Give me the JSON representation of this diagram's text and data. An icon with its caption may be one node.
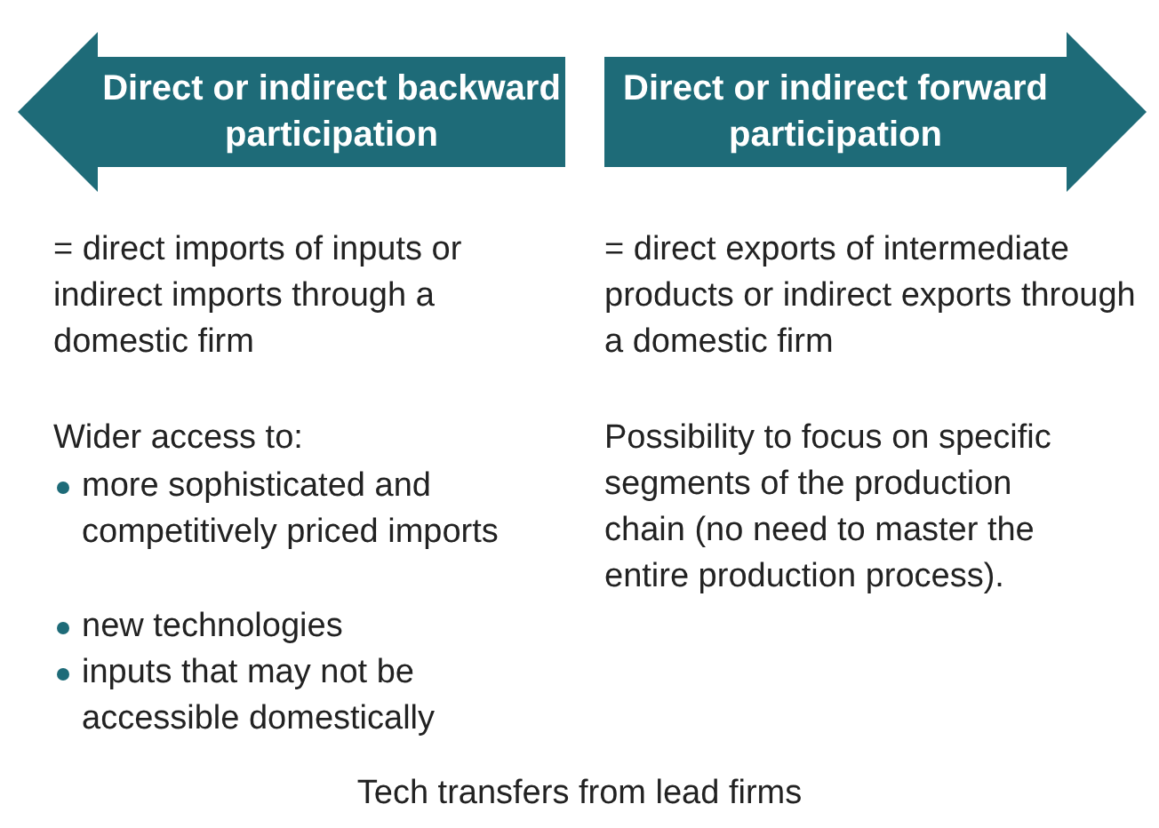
{
  "diagram": {
    "caption": "Tech transfers from lead firms",
    "nodes": [
      {
        "text": [
          "Direct or indirect backward participation"
        ]
      },
      {
        "text": [
          "Direct or indirect forward participation"
        ]
      }
    ],
    "labels": [
      "= direct imports of inputs or indirect imports through a domestic firm",
      "= direct exports of intermediate products or indirect exports through a domestic firm",
      "Wider access to:",
      "more sophisticated and competitively priced imports",
      "Possibility to focus on specific segments of the production chain (no need to master the entire production process).",
      "new technologies",
      "inputs that may not be accessible domestically"
    ]
  }
}
